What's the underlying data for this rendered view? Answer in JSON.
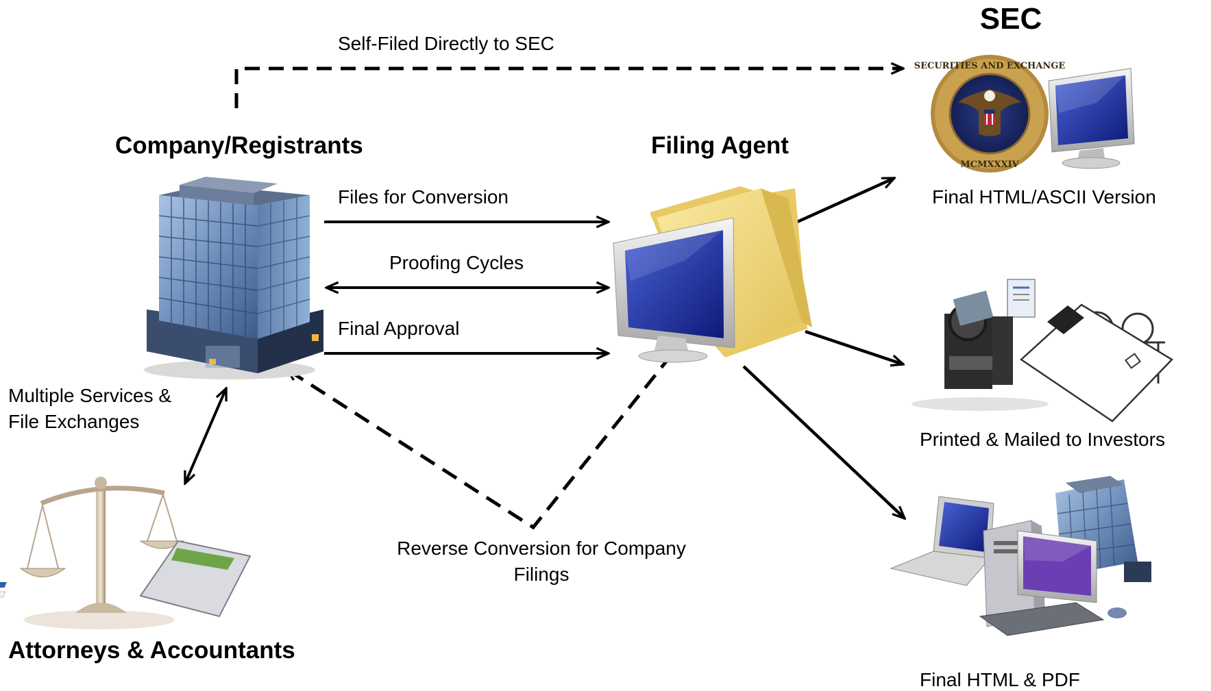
{
  "title_sec": "SEC",
  "title_company": "Company/Registrants",
  "title_filing_agent": "Filing Agent",
  "title_attorneys": "Attorneys & Accountants",
  "label_self_filed": "Self-Filed Directly to SEC",
  "label_files_conversion": "Files for Conversion",
  "label_proofing": "Proofing Cycles",
  "label_final_approval": "Final Approval",
  "label_multiple_services_1": "Multiple Services &",
  "label_multiple_services_2": "File Exchanges",
  "label_reverse_1": "Reverse Conversion for Company",
  "label_reverse_2": "Filings",
  "label_final_html_ascii": "Final HTML/ASCII Version",
  "label_printed_mailed": "Printed & Mailed to Investors",
  "label_final_html_pdf": "Final HTML & PDF",
  "seal_text_top": "SECURITIES AND EXCHANGE",
  "seal_text_bottom": "MCMXXXIV",
  "colors": {
    "seal_navy": "#1f2f72",
    "seal_gold": "#b38a3e",
    "monitor_blue": "#1a2c9c",
    "folder_yellow": "#f3dc7c",
    "building_glass": "#7c9cc4"
  }
}
